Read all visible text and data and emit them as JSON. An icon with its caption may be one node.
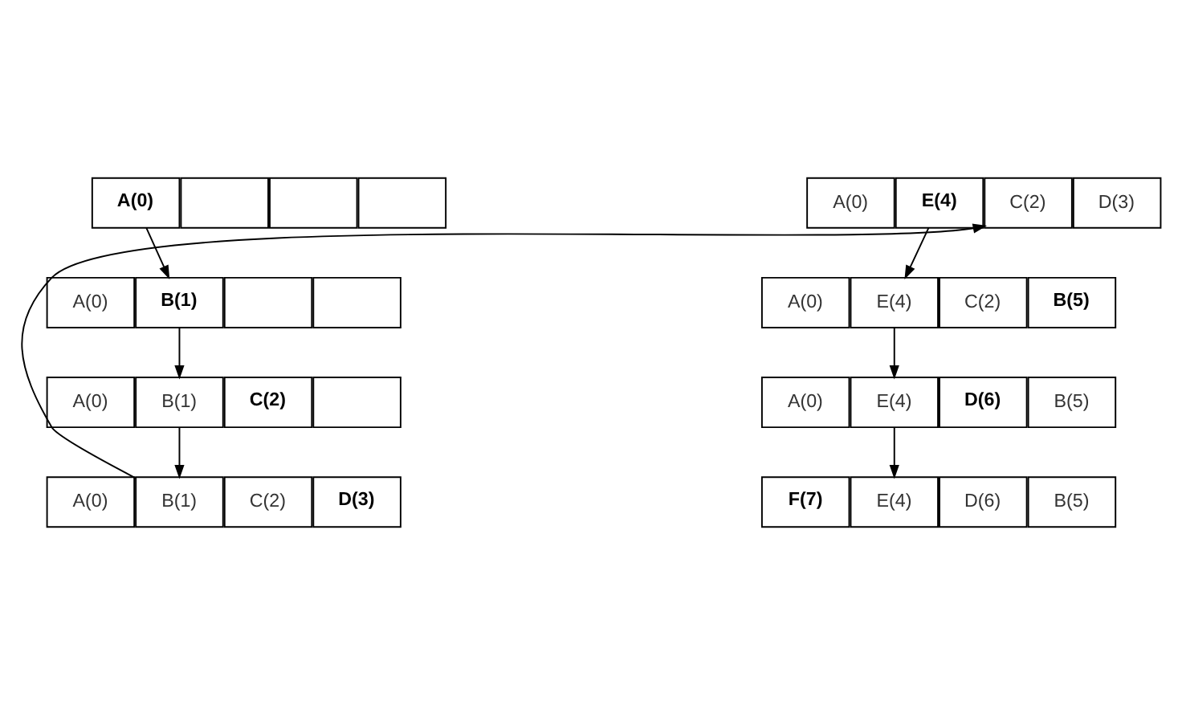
{
  "diagram": {
    "nodes": [
      {
        "text": [
          "A(0)"
        ]
      },
      {
        "text": [],
        "shape": "box"
      },
      {
        "text": [],
        "shape": "box"
      },
      {
        "text": [],
        "shape": "box"
      },
      {
        "text": [
          "A(0)"
        ]
      },
      {
        "text": [
          "B(1)"
        ]
      },
      {
        "text": [],
        "shape": "box"
      },
      {
        "text": [],
        "shape": "box"
      },
      {
        "text": [
          "A(0)"
        ]
      },
      {
        "text": [
          "B(1)"
        ]
      },
      {
        "text": [
          "C(2)"
        ]
      },
      {
        "text": [],
        "shape": "box"
      },
      {
        "text": [
          "A(0)"
        ]
      },
      {
        "text": [
          "B(1)"
        ]
      },
      {
        "text": [
          "C(2)"
        ]
      },
      {
        "text": [
          "D(3)"
        ]
      },
      {
        "text": [
          "A(0)"
        ]
      },
      {
        "text": [
          "E(4)"
        ]
      },
      {
        "text": [
          "C(2)"
        ]
      },
      {
        "text": [
          "D(3)"
        ]
      },
      {
        "text": [
          "A(0)"
        ]
      },
      {
        "text": [
          "E(4)"
        ]
      },
      {
        "text": [
          "C(2)"
        ]
      },
      {
        "text": [
          "B(5)"
        ]
      },
      {
        "text": [
          "A(0)"
        ]
      },
      {
        "text": [
          "E(4)"
        ]
      },
      {
        "text": [
          "D(6)"
        ]
      },
      {
        "text": [
          "B(5)"
        ]
      },
      {
        "text": [
          "F(7)"
        ]
      },
      {
        "text": [
          "E(4)"
        ]
      },
      {
        "text": [
          "D(6)"
        ]
      },
      {
        "text": [
          "B(5)"
        ]
      }
    ],
    "edges": [
      {
        "from": 0,
        "to": 5,
        "arrow": "to"
      },
      {
        "from": 5,
        "to": 9,
        "arrow": "to"
      },
      {
        "from": 9,
        "to": 13,
        "arrow": "to"
      },
      {
        "from": 13,
        "to": 18,
        "arrow": "to"
      },
      {
        "from": 17,
        "to": 21,
        "arrow": "to"
      },
      {
        "from": 21,
        "to": 25,
        "arrow": "to"
      },
      {
        "from": 25,
        "to": 29,
        "arrow": "to"
      }
    ]
  }
}
